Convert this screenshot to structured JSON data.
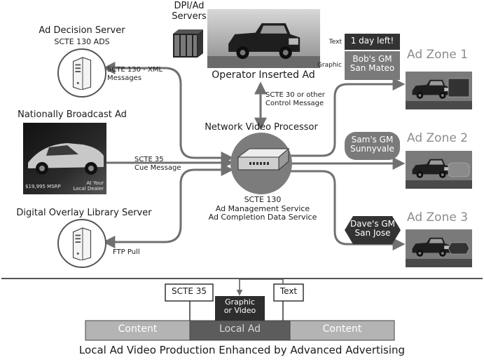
{
  "nodes": {
    "dpi_servers": "DPI/Ad\nServers",
    "ad_decision_server": "Ad Decision Server",
    "ad_decision_server_sub": "SCTE 130 ADS",
    "operator_inserted_ad": "Operator Inserted Ad",
    "nationally_broadcast_ad": "Nationally Broadcast Ad",
    "network_video_processor": "Network Video Processor",
    "digital_overlay_library_server": "Digital Overlay Library Server",
    "processor_services": "SCTE 130\nAd Management Service\nAd Completion Data Service"
  },
  "national_ad_overlay": {
    "price": "$19,995 MSRP",
    "dealer": "At Your\nLocal Dealer"
  },
  "edges": {
    "scte130_xml": "SCTE 130 - XML\nMessages",
    "scte30_control": "SCTE 30 or other\nControl Message",
    "scte35_cue": "SCTE 35\nCue Message",
    "ftp_pull": "FTP Pull"
  },
  "overlay_parts": {
    "text_label": "Text",
    "graphic_label": "Graphic",
    "text_value": "1 day left!",
    "graphic_value": "Bob's GM\nSan Mateo"
  },
  "zones": [
    {
      "label": "Ad Zone 1"
    },
    {
      "label": "Ad Zone 2",
      "sign": "Sam's GM\nSunnyvale"
    },
    {
      "label": "Ad Zone 3",
      "sign": "Dave's GM\nSan Jose"
    }
  ],
  "timeline": {
    "scte35": "SCTE 35",
    "graphic_or_video": "Graphic\nor Video",
    "text": "Text",
    "segments": [
      "Content",
      "Local Ad",
      "Content"
    ]
  },
  "caption": "Local Ad Video Production Enhanced by Advanced Advertising",
  "colors": {
    "arrow": "#707070",
    "badge_dark": "#333333",
    "badge_mid": "#7a7a7a",
    "zone_label": "#8c8c8c",
    "timeline_light": "#b4b4b4",
    "timeline_dark": "#5c5c5c"
  }
}
